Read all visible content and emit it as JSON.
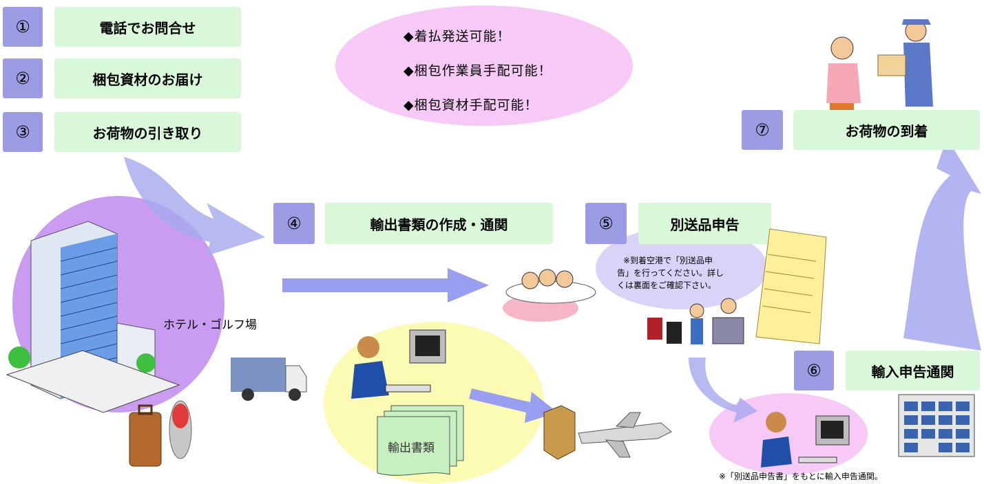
{
  "steps": [
    {
      "num": "①",
      "label": "電話でお問合せ"
    },
    {
      "num": "②",
      "label": "梱包資材のお届け"
    },
    {
      "num": "③",
      "label": "お荷物の引き取り"
    },
    {
      "num": "④",
      "label": "輸出書類の作成・通関"
    },
    {
      "num": "⑤",
      "label": "別送品申告"
    },
    {
      "num": "⑥",
      "label": "輸入申告通関"
    },
    {
      "num": "⑦",
      "label": "お荷物の到着"
    }
  ],
  "features": [
    "◆着払発送可能！",
    "◆梱包作業員手配可能！",
    "◆梱包資材手配可能！"
  ],
  "hotel_label": "ホテル・ゴルフ場",
  "document_label": "輸出書類",
  "declaration_note_lines": [
    "※到着空港で「別送品申",
    "告」を行ってください。詳し",
    "くは裏面をご確認下さい。"
  ],
  "import_note": "※「別送品申告書」をもとに輸入申告通関。",
  "colors": {
    "step_number_bg": "#9d9be3",
    "step_label_bg": "#d9f7d9",
    "pink_oval": "#f7c9f7",
    "purple_oval": "#c99cf2",
    "yellow_oval": "#fbfbb4",
    "arrow": "#a5a8ee"
  }
}
